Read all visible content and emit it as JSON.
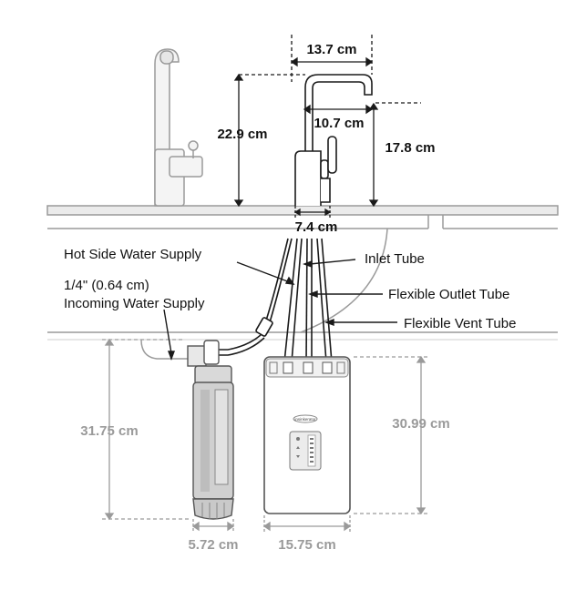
{
  "dimensions": {
    "faucet_reach": "13.7 cm",
    "spout_reach": "10.7 cm",
    "faucet_height": "22.9 cm",
    "spout_height": "17.8 cm",
    "base_width": "7.4 cm",
    "filter_height": "31.75 cm",
    "tank_height": "30.99 cm",
    "filter_width": "5.72 cm",
    "tank_width": "15.75 cm"
  },
  "labels": {
    "hot_side": "Hot Side Water Supply",
    "incoming_line1": "1/4\" (0.64 cm)",
    "incoming_line2": "Incoming Water Supply",
    "inlet_tube": "Inlet Tube",
    "flexible_outlet": "Flexible Outlet Tube",
    "flexible_vent": "Flexible Vent Tube"
  },
  "tank_logo": "insinkerator",
  "colors": {
    "line": "#1a1a1a",
    "grey_line": "#9a9a9a",
    "counter_fill": "#eeeeee",
    "filter_fill": "#d6d6d6"
  }
}
